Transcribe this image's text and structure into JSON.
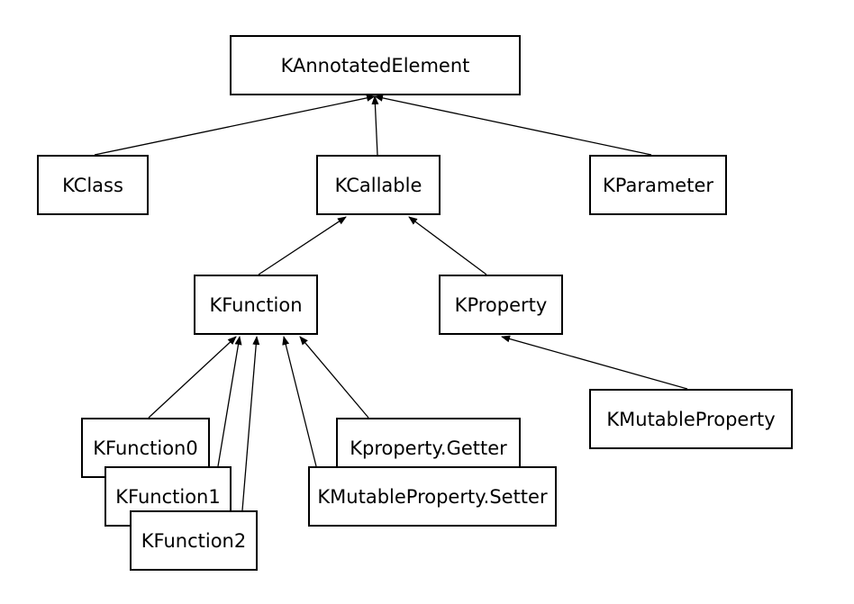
{
  "nodes": {
    "kannotated_element": "KAnnotatedElement",
    "kclass": "KClass",
    "kcallable": "KCallable",
    "kparameter": "KParameter",
    "kfunction": "KFunction",
    "kproperty": "KProperty",
    "kmutable_property": "KMutableProperty",
    "kfunction0": "KFunction0",
    "kproperty_getter": "Kproperty.Getter",
    "kfunction1": "KFunction1",
    "kmutable_property_setter": "KMutableProperty.Setter",
    "kfunction2": "KFunction2"
  },
  "edges": [
    {
      "from": "kclass",
      "to": "kannotated_element"
    },
    {
      "from": "kcallable",
      "to": "kannotated_element"
    },
    {
      "from": "kparameter",
      "to": "kannotated_element"
    },
    {
      "from": "kfunction",
      "to": "kcallable"
    },
    {
      "from": "kproperty",
      "to": "kcallable"
    },
    {
      "from": "kmutable_property",
      "to": "kproperty"
    },
    {
      "from": "kfunction0",
      "to": "kfunction"
    },
    {
      "from": "kfunction1",
      "to": "kfunction"
    },
    {
      "from": "kfunction2",
      "to": "kfunction"
    },
    {
      "from": "kmutable_property_setter",
      "to": "kfunction"
    },
    {
      "from": "kproperty_getter",
      "to": "kfunction"
    }
  ],
  "colors": {
    "line": "#000000",
    "box_border": "#000000",
    "background": "#ffffff"
  }
}
